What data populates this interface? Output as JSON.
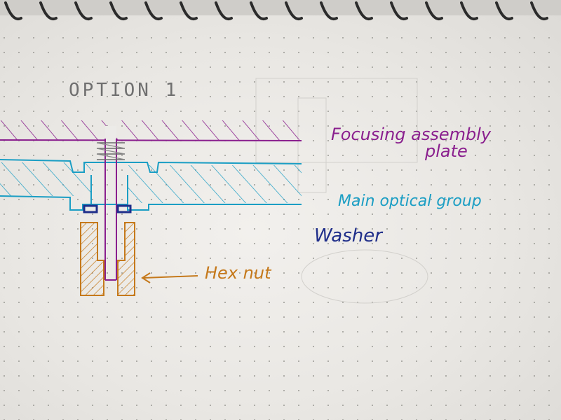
{
  "title": "OPTION 1",
  "labels": {
    "focusing_plate_line1": "Focusing assembly",
    "focusing_plate_line2": "plate",
    "main_optical_group": "Main optical group",
    "washer": "Washer",
    "hex_nut": "Hex nut"
  },
  "colors": {
    "paper": "#ecebe8",
    "dot_grid": "#9a9994",
    "spiral_binding": "#2b2b2b",
    "focusing_plate": "#8a1f8e",
    "main_optical_group": "#1b9ec4",
    "washer": "#1f2e8a",
    "hex_nut": "#c5791b",
    "title_pencil": "#6f6f6f"
  }
}
